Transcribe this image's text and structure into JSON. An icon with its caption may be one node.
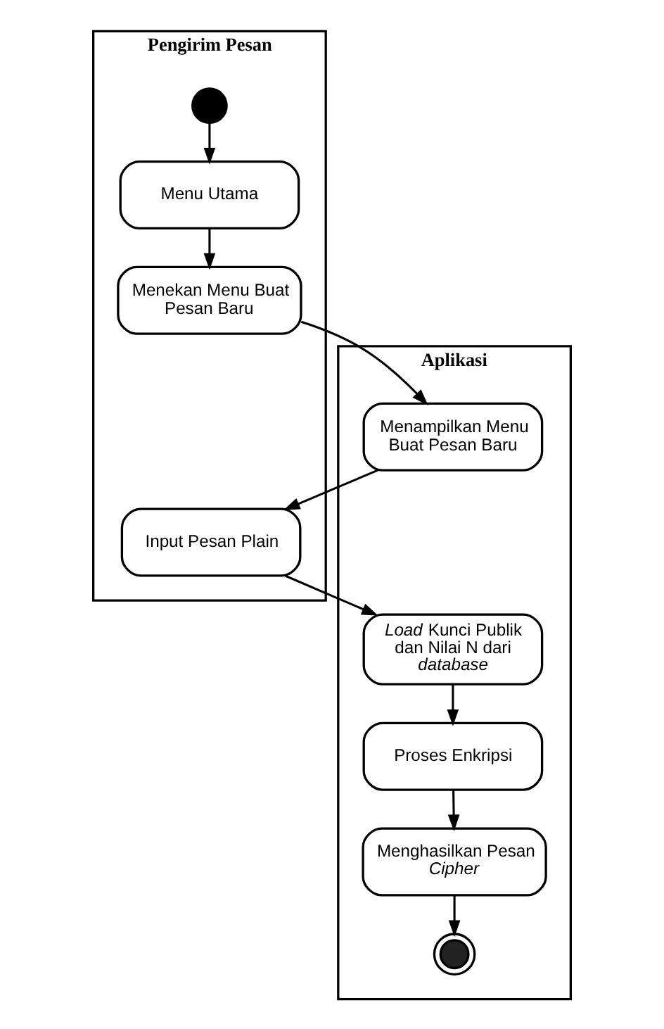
{
  "diagram": {
    "nodes": [
      {
        "text": [
          "Pengirim Pesan"
        ]
      },
      {
        "text": [
          "Aplikasi"
        ]
      },
      {
        "text": [],
        "shape": "circle",
        "in": 0
      },
      {
        "text": [
          "Menu Utama"
        ],
        "in": 0
      },
      {
        "text": [
          "Menekan Menu Buat Pesan Baru"
        ],
        "in": 0
      },
      {
        "text": [
          "Menampilkan Menu Buat Pesan Baru"
        ],
        "in": 1
      },
      {
        "text": [
          "Input Pesan Plain"
        ],
        "in": 0
      },
      {
        "text": [
          "*Load* Kunci Publik dan Nilai N dari *database*"
        ],
        "in": 1
      },
      {
        "text": [
          "Proses Enkripsi"
        ],
        "in": 1
      },
      {
        "text": [
          "Menghasilkan Pesan *Cipher*"
        ],
        "in": 1
      },
      {
        "text": [],
        "shape": "circle",
        "in": 1
      }
    ],
    "edges": [
      {
        "from": 2,
        "to": 3,
        "arrow": "to"
      },
      {
        "from": 3,
        "to": 4,
        "arrow": "to"
      },
      {
        "from": 4,
        "to": 5,
        "arrow": "to"
      },
      {
        "from": 5,
        "to": 6,
        "arrow": "to"
      },
      {
        "from": 6,
        "to": 7,
        "arrow": "to"
      },
      {
        "from": 7,
        "to": 8,
        "arrow": "to"
      },
      {
        "from": 8,
        "to": 9,
        "arrow": "to"
      },
      {
        "from": 9,
        "to": 10,
        "arrow": "to"
      }
    ]
  }
}
